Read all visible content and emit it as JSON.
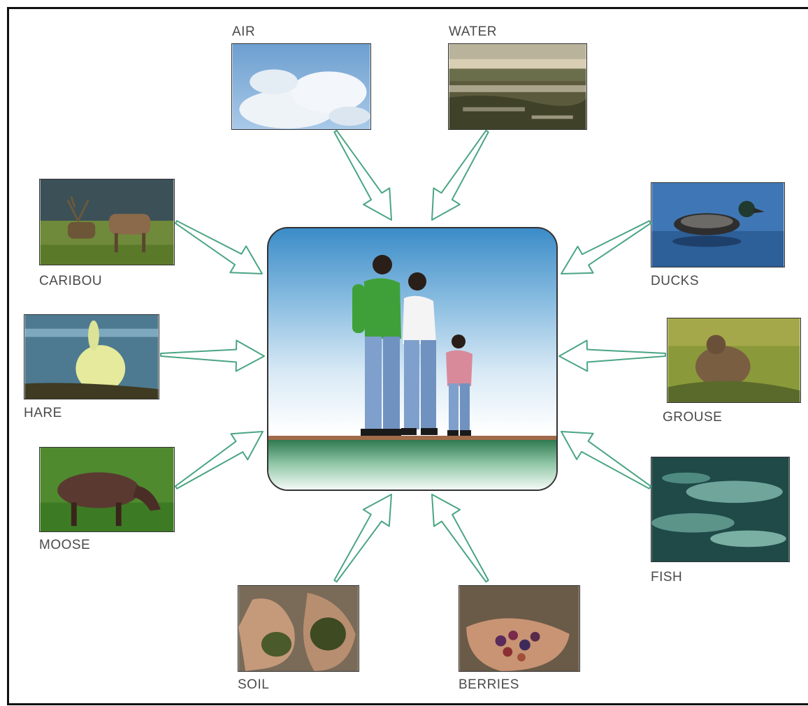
{
  "labels": {
    "air": "AIR",
    "water": "WATER",
    "caribou": "CARIBOU",
    "hare": "HARE",
    "moose": "MOOSE",
    "ducks": "DUCKS",
    "grouse": "GROUSE",
    "fish": "FISH",
    "soil": "SOIL",
    "berries": "BERRIES"
  },
  "colors": {
    "arrow_stroke": "#4aa583",
    "border": "#111111",
    "label_text": "#4a4a4a"
  }
}
